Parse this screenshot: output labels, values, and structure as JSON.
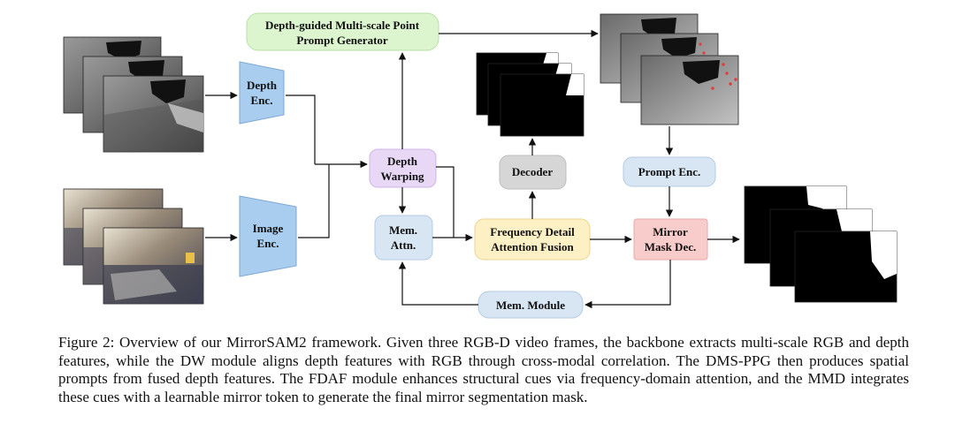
{
  "diagram": {
    "dms_ppg_line1": "Depth-guided Multi-scale Point",
    "dms_ppg_line2": "Prompt Generator",
    "depth_enc_line1": "Depth",
    "depth_enc_line2": "Enc.",
    "image_enc_line1": "Image",
    "image_enc_line2": "Enc.",
    "depth_warping_line1": "Depth",
    "depth_warping_line2": "Warping",
    "mem_attn_line1": "Mem.",
    "mem_attn_line2": "Attn.",
    "decoder": "Decoder",
    "fdaf_line1": "Frequency Detail",
    "fdaf_line2": "Attention Fusion",
    "prompt_enc": "Prompt Enc.",
    "mmd_line1": "Mirror",
    "mmd_line2": "Mask Dec.",
    "mem_module": "Mem. Module"
  },
  "colors": {
    "green_box": "#dcf5cf",
    "blue_box": "#d8e6f4",
    "encoder": "#a8cdef",
    "purple_box": "#e8d8f6",
    "gray_box": "#d6d6d6",
    "yellow_box": "#fdf0c4",
    "pink_box": "#f9cccc"
  },
  "caption": "Figure 2: Overview of our MirrorSAM2 framework. Given three RGB-D video frames, the backbone extracts multi-scale RGB and depth features, while the DW module aligns depth features with RGB through cross-modal correlation. The DMS-PPG then produces spatial prompts from fused depth features. The FDAF module enhances structural cues via frequency-domain attention, and the MMD integrates these cues with a learnable mirror token to generate the final mirror segmentation mask."
}
